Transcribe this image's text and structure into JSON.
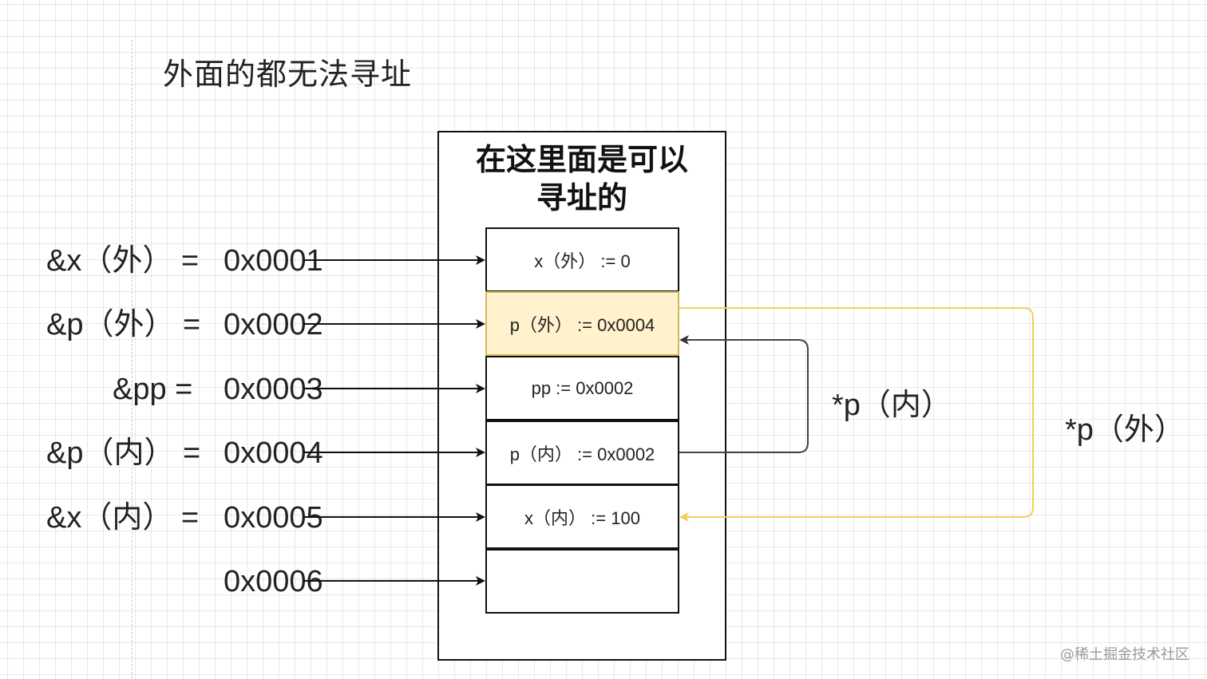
{
  "top_label": "外面的都无法寻址",
  "box_title_line1": "在这里面是可以",
  "box_title_line2": "寻址的",
  "cells": [
    {
      "text": "x（外） := 0"
    },
    {
      "text": "p（外） := 0x0004"
    },
    {
      "text": "pp := 0x0002"
    },
    {
      "text": "p（内） := 0x0002"
    },
    {
      "text": "x（内） := 100"
    },
    {
      "text": ""
    }
  ],
  "addresses": [
    {
      "name": "&x（外） =",
      "value": "0x0001"
    },
    {
      "name": "&p（外） =",
      "value": "0x0002"
    },
    {
      "name": "&pp =",
      "value": "0x0003"
    },
    {
      "name": "&p（内） =",
      "value": "0x0004"
    },
    {
      "name": "&x（内） =",
      "value": "0x0005"
    },
    {
      "name": "",
      "value": "0x0006"
    }
  ],
  "edge_labels": {
    "inner_deref": "*p（内）",
    "outer_deref": "*p（外）"
  },
  "watermark": "@稀土掘金技术社区",
  "colors": {
    "highlight_fill": "#fff2cc",
    "highlight_border": "#d6b656",
    "yellow_edge": "#f2cf5b",
    "dark_edge": "#444444"
  }
}
